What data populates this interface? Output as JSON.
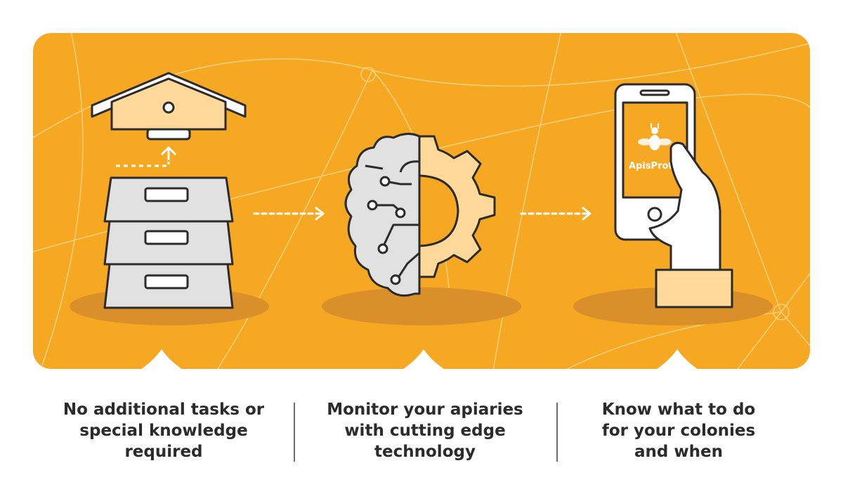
{
  "colors": {
    "panel": "#F7A823",
    "shadow": "#D98F2A",
    "outline": "#2B2B2B",
    "light_fill": "#FFD99A",
    "grey_fill": "#E1E1E1",
    "network_lines": "#FAD484"
  },
  "steps": [
    {
      "icon": "beehive-sensor-icon",
      "caption": "No additional tasks or\nspecial knowledge\nrequired"
    },
    {
      "icon": "brain-gear-icon",
      "caption": "Monitor your apiaries\nwith cutting edge\ntechnology"
    },
    {
      "icon": "phone-app-icon",
      "caption": "Know what to do\nfor your colonies\nand when"
    }
  ],
  "app": {
    "name": "ApisProtect"
  },
  "arrows": [
    "dashed-arrow-icon",
    "dashed-arrow-icon"
  ]
}
